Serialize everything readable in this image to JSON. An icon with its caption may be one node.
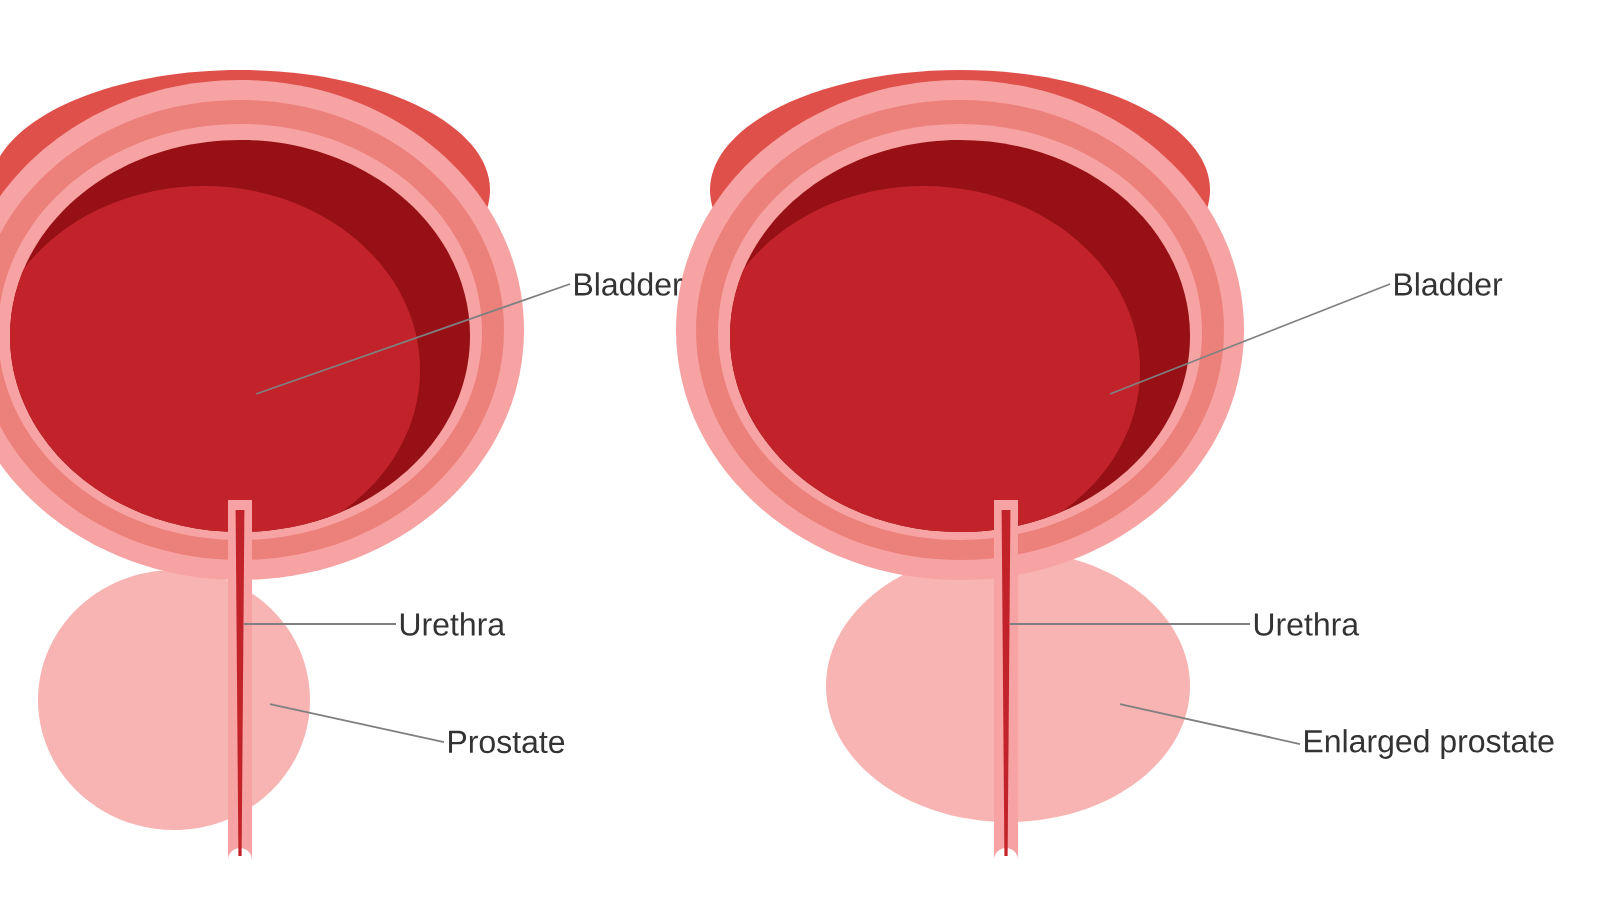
{
  "diagram": {
    "nodes": [
      {
        "text": [
          "Bladder"
        ]
      },
      {
        "text": [
          "Urethra"
        ]
      },
      {
        "text": [
          "Prostate"
        ]
      },
      {
        "text": [
          "Bladder"
        ]
      },
      {
        "text": [
          "Urethra"
        ]
      },
      {
        "text": [
          "Enlarged prostate"
        ]
      }
    ],
    "edges": [
      {
        "from": 0,
        "to": null,
        "arrow": "none"
      },
      {
        "from": 1,
        "to": null,
        "arrow": "none"
      },
      {
        "from": 2,
        "to": null,
        "arrow": "none"
      },
      {
        "from": 3,
        "to": null,
        "arrow": "none"
      },
      {
        "from": 4,
        "to": null,
        "arrow": "none"
      },
      {
        "from": 5,
        "to": null,
        "arrow": "none"
      }
    ]
  }
}
